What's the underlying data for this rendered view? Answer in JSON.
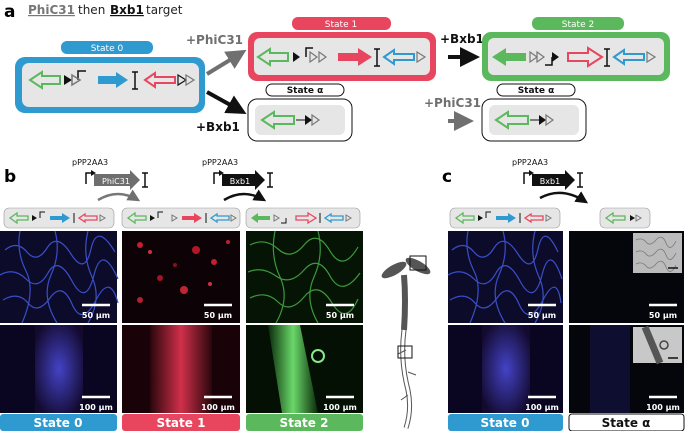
{
  "panels": {
    "a": "a",
    "b": "b",
    "c": "c"
  },
  "header": {
    "recombinase1": "PhiC31",
    "then": "then",
    "recombinase2": "Bxb1",
    "target": "target"
  },
  "states": {
    "state0": "State 0",
    "state1": "State 1",
    "state2": "State 2",
    "alpha": "State α"
  },
  "arrows": {
    "phic31": "+PhiC31",
    "bxb1": "+Bxb1"
  },
  "promoter": "pPP2AA3",
  "genes": {
    "phic31": "PhiC31",
    "bxb1": "Bxb1"
  },
  "scale_bars": {
    "confocal": "50 µm",
    "root": "100 µm"
  },
  "colors": {
    "state0": "#2e9ad0",
    "state1": "#e8465f",
    "state2": "#5cb85c",
    "recombinase_gray": "#6e6e6e",
    "black": "#111111"
  }
}
